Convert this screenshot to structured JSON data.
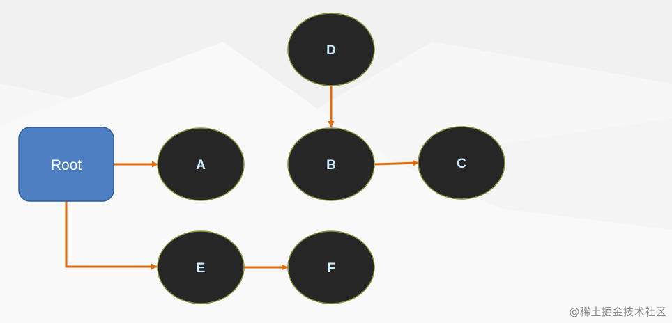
{
  "diagram": {
    "root": {
      "label": "Root"
    },
    "nodes": {
      "a": "A",
      "b": "B",
      "c": "C",
      "d": "D",
      "e": "E",
      "f": "F"
    },
    "edges": [
      {
        "from": "Root",
        "to": "A"
      },
      {
        "from": "Root",
        "to": "E"
      },
      {
        "from": "E",
        "to": "F"
      },
      {
        "from": "D",
        "to": "B"
      },
      {
        "from": "B",
        "to": "C"
      }
    ],
    "colors": {
      "root_fill": "#4e7fc2",
      "root_stroke": "#2f5d97",
      "root_text": "#ffffff",
      "node_fill": "#262626",
      "node_stroke": "#8a8f3a",
      "node_text": "#cfeeff",
      "edge": "#e36c0a",
      "background": "#f7f7f7"
    }
  },
  "watermark": "@稀土掘金技术社区"
}
